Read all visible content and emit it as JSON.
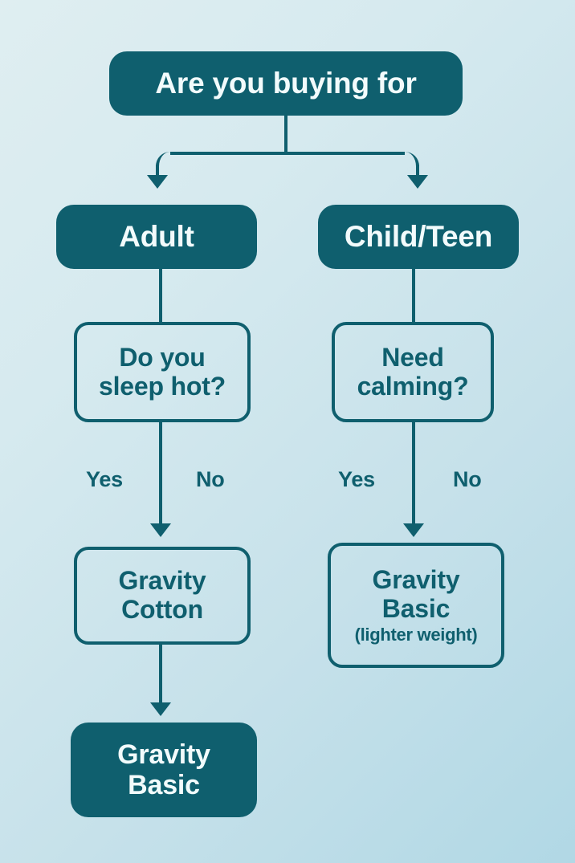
{
  "chart_data": {
    "type": "diagram",
    "title": "Are you buying for",
    "nodes": [
      {
        "id": "root",
        "label": "Are you buying for",
        "style": "filled"
      },
      {
        "id": "adult",
        "label": "Adult",
        "style": "filled"
      },
      {
        "id": "childteen",
        "label": "Child/Teen",
        "style": "filled"
      },
      {
        "id": "sleephot",
        "label": "Do you\nsleep hot?",
        "style": "outlined"
      },
      {
        "id": "needcalming",
        "label": "Need\ncalming?",
        "style": "outlined"
      },
      {
        "id": "gravcotton",
        "label": "Gravity\nCotton",
        "style": "outlined"
      },
      {
        "id": "gravbasic2",
        "label": "Gravity\nBasic",
        "style": "outlined",
        "sub": "(lighter weight)"
      },
      {
        "id": "gravbasic",
        "label": "Gravity\nBasic",
        "style": "filled"
      }
    ],
    "edges": [
      {
        "from": "root",
        "to": "adult",
        "label": ""
      },
      {
        "from": "root",
        "to": "childteen",
        "label": ""
      },
      {
        "from": "adult",
        "to": "sleephot",
        "label": ""
      },
      {
        "from": "childteen",
        "to": "needcalming",
        "label": ""
      },
      {
        "from": "sleephot",
        "to": "gravcotton",
        "label": "Yes"
      },
      {
        "from": "needcalming",
        "to": "gravbasic2",
        "label": "Yes"
      },
      {
        "from": "gravcotton",
        "to": "gravbasic",
        "label": ""
      }
    ]
  },
  "colors": {
    "node_fill": "#0f5f6e",
    "node_text_on_fill": "#f2fbfc",
    "node_outline": "#0f5f6e",
    "node_text_outline": "#0f5f6e",
    "connector": "#0f5f6e",
    "background_start": "#dfeef1",
    "background_end": "#b1d8e5"
  },
  "nodes": {
    "root": {
      "label": "Are you buying for"
    },
    "adult": {
      "label": "Adult"
    },
    "childteen": {
      "label": "Child/Teen"
    },
    "sleephot": {
      "line1": "Do you",
      "line2": "sleep hot?"
    },
    "needcalming": {
      "line1": "Need",
      "line2": "calming?"
    },
    "gravcotton": {
      "line1": "Gravity",
      "line2": "Cotton"
    },
    "gravbasic2": {
      "line1": "Gravity",
      "line2": "Basic",
      "sub": "(lighter weight)"
    },
    "gravbasic": {
      "line1": "Gravity",
      "line2": "Basic"
    }
  },
  "branch_labels": {
    "left_yes": "Yes",
    "left_no": "No",
    "right_yes": "Yes",
    "right_no": "No"
  }
}
